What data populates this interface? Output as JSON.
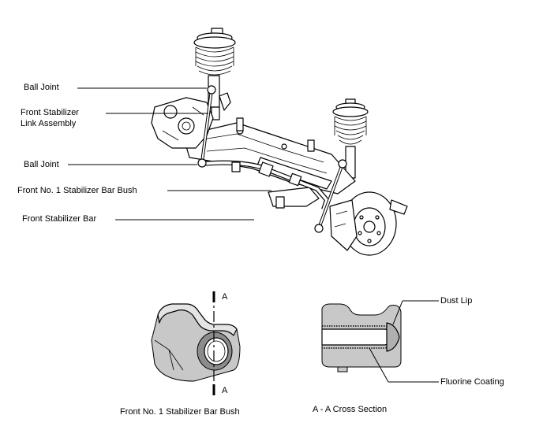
{
  "labels": {
    "ball_joint_upper": "Ball Joint",
    "link_assembly_line1": "Front Stabilizer",
    "link_assembly_line2": "Link Assembly",
    "ball_joint_lower": "Ball Joint",
    "bar_bush": "Front No. 1 Stabilizer Bar Bush",
    "stabilizer_bar": "Front Stabilizer Bar"
  },
  "detail": {
    "section_mark_top": "A",
    "section_mark_bottom": "A",
    "bush_caption": "Front No. 1 Stabilizer Bar Bush",
    "cross_section_caption": "A - A Cross Section",
    "dust_lip": "Dust Lip",
    "fluorine_coating": "Fluorine Coating"
  }
}
